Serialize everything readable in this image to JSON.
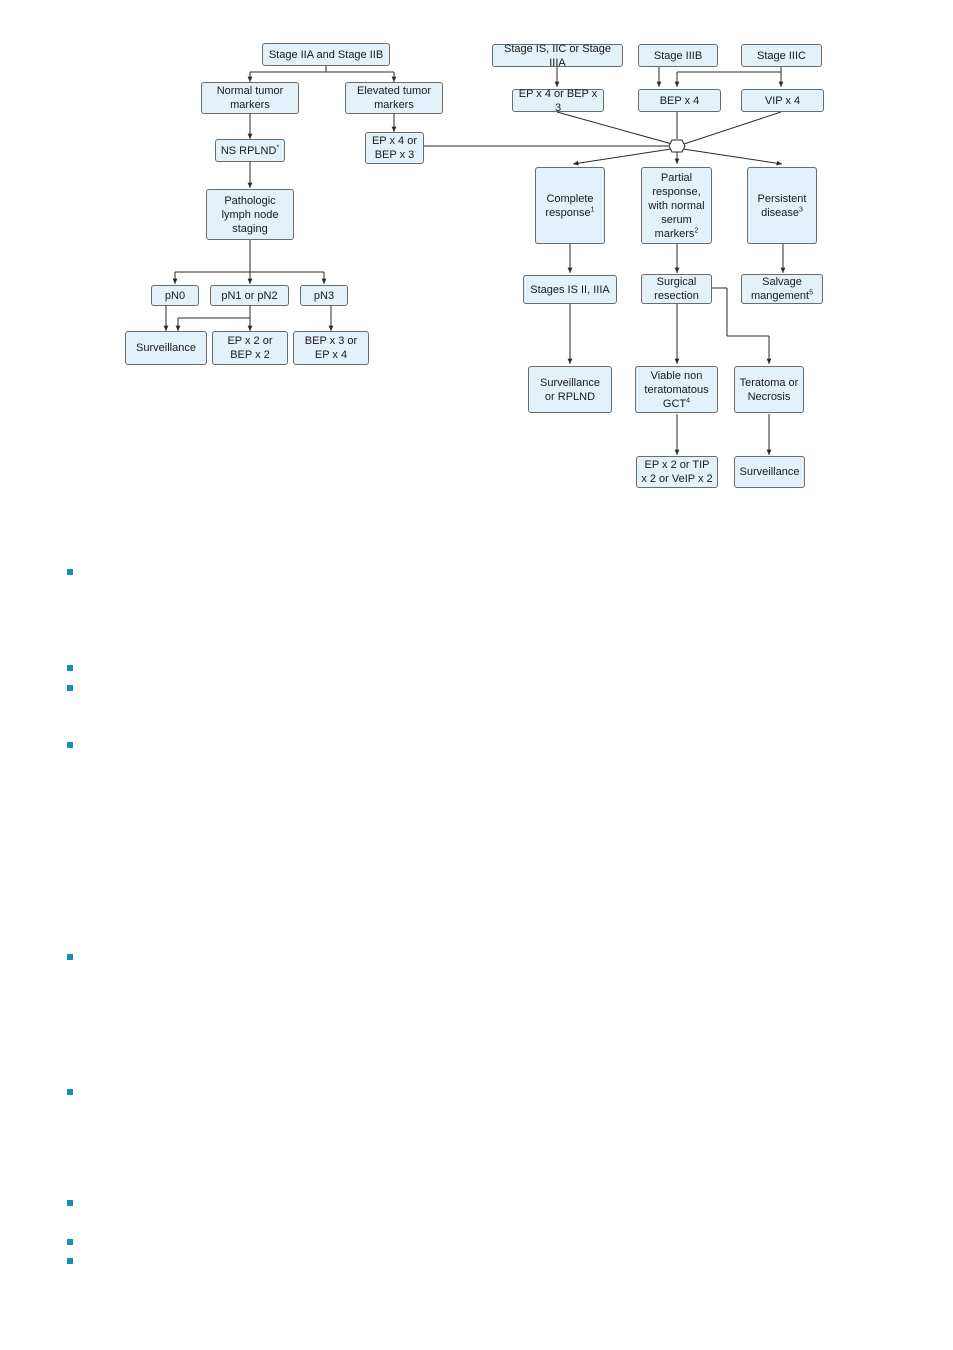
{
  "nodes": {
    "stage_iia_iib": "Stage IIA and Stage IIB",
    "normal_markers": "Normal tumor\nmarkers",
    "elevated_markers": "Elevated tumor\nmarkers",
    "ns_rplnd": "NS RPLND",
    "ns_rplnd_sup": "*",
    "ep4_bep3_left": "EP x 4 or\nBEP x 3",
    "pathologic_staging": "Pathologic\nlymph node\nstaging",
    "pn0": "pN0",
    "pn1_pn2": "pN1 or pN2",
    "pn3": "pN3",
    "surveillance_left": "Surveillance",
    "ep2_bep2": "EP x 2 or\nBEP x 2",
    "bep3_ep4": "BEP x 3 or\nEP x 4",
    "stage_is_iic_iiia": "Stage IS, IIC or Stage IIIA",
    "stage_iiib": "Stage IIIB",
    "stage_iiic": "Stage IIIC",
    "ep4_bep3_right": "EP x 4 or BEP x 3",
    "bep4": "BEP x 4",
    "vip4": "VIP x 4",
    "complete_response": "Complete\nresponse",
    "complete_response_sup": "1",
    "partial_response": "Partial\nresponse,\nwith normal\nserum\nmarkers",
    "partial_response_sup": "2",
    "persistent_disease": "Persistent\ndisease",
    "persistent_disease_sup": "3",
    "stages_is_ii_iiia": "Stages IS II, IIIA",
    "surgical_resection": "Surgical\nresection",
    "salvage_management": "Salvage\nmangement",
    "salvage_management_sup": "5",
    "surveillance_or_rplnd": "Surveillance\nor RPLND",
    "viable_gct": "Viable non\nteratomatous\nGCT",
    "viable_gct_sup": "4",
    "teratoma_necrosis": "Teratoma or\nNecrosis",
    "ep2_tip2_veip2": "EP x 2 or TIP\nx 2 or VeIP x 2",
    "surveillance_right": "Surveillance"
  },
  "colors": {
    "node_fill": "#e3f1fb",
    "node_border": "#6b6b6b",
    "bullet": "#1a8fb0"
  }
}
